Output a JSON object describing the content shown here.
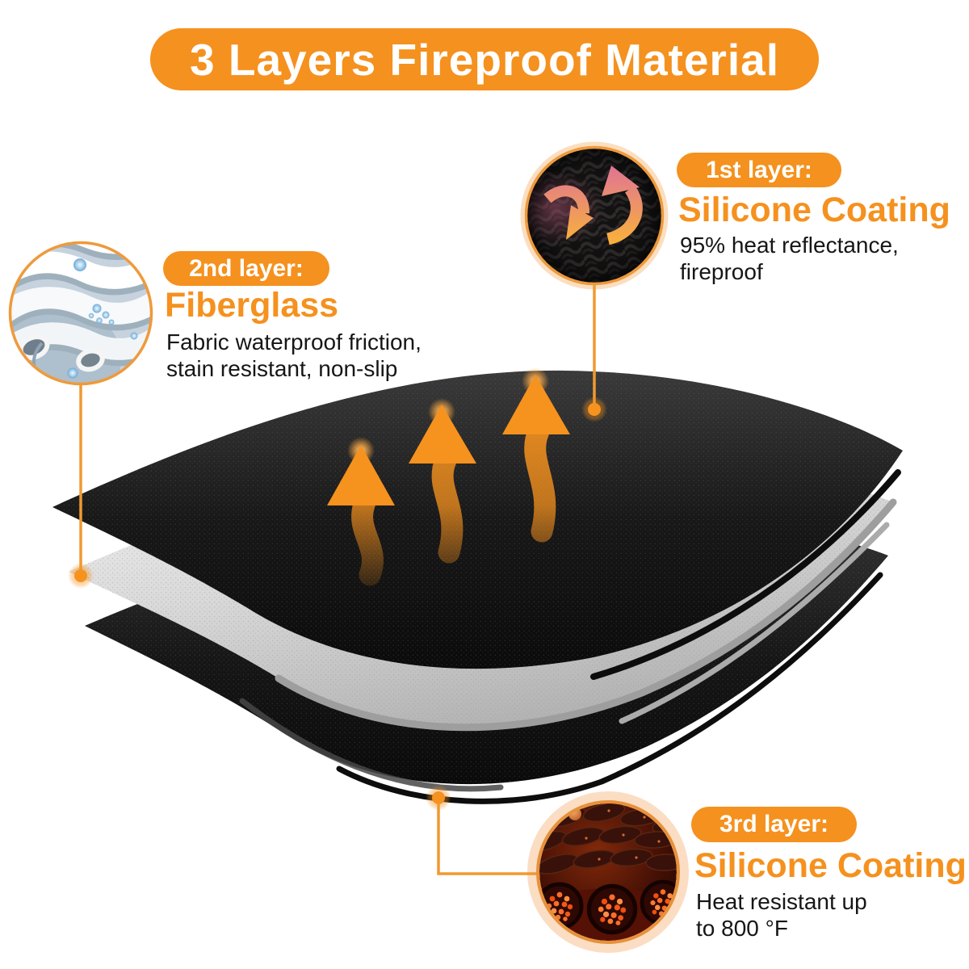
{
  "banner": {
    "title": "3 Layers Fireproof Material"
  },
  "callouts": [
    {
      "pill": "1st layer:",
      "heading": "Silicone Coating",
      "desc_lines": [
        "95% heat reflectance,",
        "fireproof"
      ]
    },
    {
      "pill": "2nd layer:",
      "heading": "Fiberglass",
      "desc_lines": [
        "Fabric waterproof friction,",
        "stain resistant, non-slip"
      ]
    },
    {
      "pill": "3rd layer:",
      "heading": "Silicone Coating",
      "desc_lines": [
        "Heat resistant up",
        "to 800 °F"
      ]
    }
  ],
  "diagram": {
    "sheets": [
      {
        "name": "top silicone coating sheet",
        "color": "#161616"
      },
      {
        "name": "middle fiberglass sheet",
        "color": "#d6d6d6"
      },
      {
        "name": "bottom silicone coating sheet",
        "color": "#161616"
      }
    ],
    "heat_arrows_count": 3
  },
  "icons": {
    "heat_arrows": "heat-arrow-icon",
    "detail_circle_1": "silicone-fabric-reflect-arrows-icon",
    "detail_circle_2": "fiberglass-weave-droplets-icon",
    "detail_circle_3": "glowing-fiber-bundles-icon"
  },
  "colors": {
    "accent": "#F5911E",
    "heading_orange": "#F5911E",
    "text_black": "#161616",
    "background": "#ffffff"
  }
}
